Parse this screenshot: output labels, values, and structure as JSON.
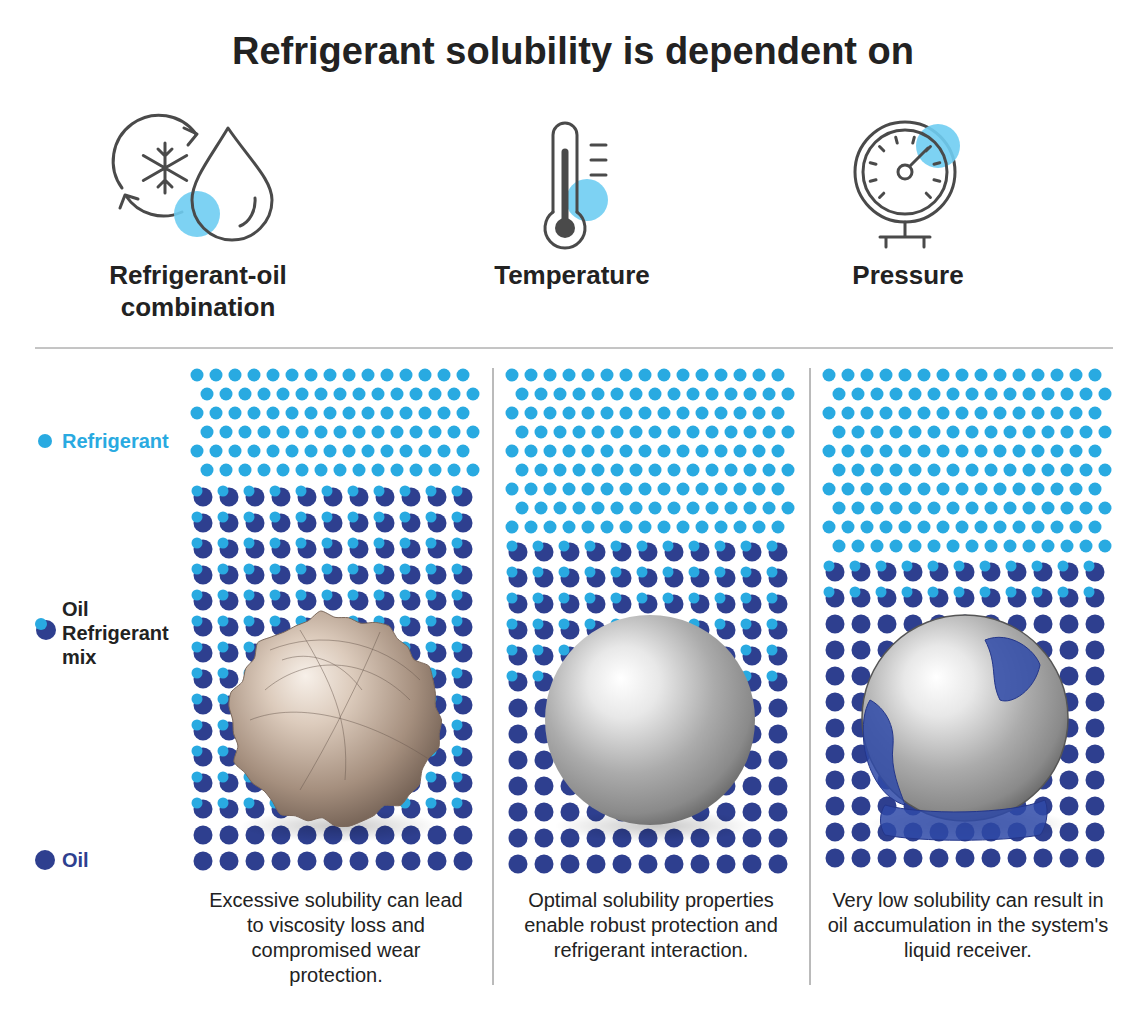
{
  "diagram": {
    "title": "Refrigerant solubility is dependent on",
    "nodes": [
      {
        "text": [
          "Excessive solubility can lead to viscosity loss and compromised wear protection."
        ]
      },
      {
        "text": [
          "Optimal solubility properties enable robust protection and refrigerant interaction."
        ]
      },
      {
        "text": [
          "Very low solubility can result in oil accumulation in the system's liquid receiver."
        ]
      }
    ],
    "labels": [
      "Refrigerant-oil combination",
      "Temperature",
      "Pressure"
    ],
    "legend": [
      {
        "text": "Refrigerant",
        "color": "#29aae1"
      },
      {
        "text": "Oil Refrigerant mix"
      },
      {
        "text": "Oil",
        "color": "#2e3f8f"
      }
    ]
  }
}
